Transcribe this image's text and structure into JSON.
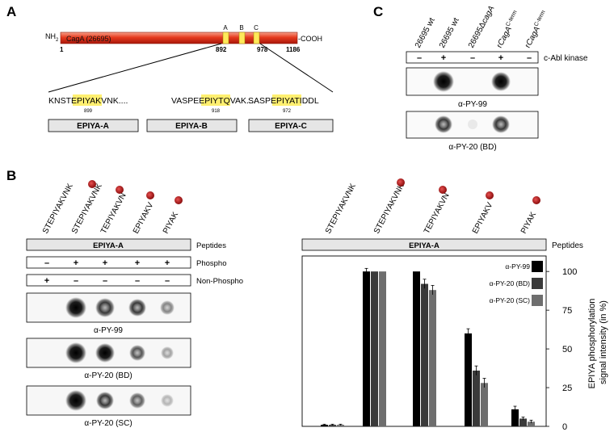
{
  "panels": {
    "a": "A",
    "b": "B",
    "c": "C"
  },
  "panel_a": {
    "nh2_prefix": "NH",
    "nh2_sub": "2",
    "protein_label": "CagA (26695)",
    "cooh": "-COOH",
    "motif_letters": [
      "A",
      "B",
      "C"
    ],
    "positions": {
      "start": "1",
      "p892": "892",
      "p978": "978",
      "end": "1186"
    },
    "sequences": [
      {
        "pre": "KNST",
        "motif": "EPIYA",
        "post": "KVNK....",
        "num": "899"
      },
      {
        "pre": "VASPE",
        "motif": "EPIYT",
        "post": "QVAK....",
        "num": "918"
      },
      {
        "pre": "SASP",
        "motif": "EPIYA",
        "post": "TIDDL",
        "num": "972"
      }
    ],
    "boxes": [
      "EPIYA-A",
      "EPIYA-B",
      "EPIYA-C"
    ]
  },
  "panel_b": {
    "peptides": [
      "STEPIYAKVNK",
      "STEPIYAKVNK",
      "TEPIYAKVN",
      "EPIYAKV",
      "PIYAK"
    ],
    "header_box": "EPIYA-A",
    "row_labels": {
      "peptides": "Peptides",
      "phospho": "Phospho",
      "nonphospho": "Non-Phospho"
    },
    "phospho_signs": [
      "–",
      "+",
      "+",
      "+",
      "+"
    ],
    "nonphospho_signs": [
      "+",
      "–",
      "–",
      "–",
      "–"
    ],
    "blot_labels": [
      "α-PY-99",
      "α-PY-20 (BD)",
      "α-PY-20 (SC)"
    ]
  },
  "panel_c": {
    "lanes": [
      {
        "main": "26695 wt",
        "sup": ""
      },
      {
        "main": "26695 wt",
        "sup": ""
      },
      {
        "main": "26695Δ",
        "italic": "cagA",
        "sup": ""
      },
      {
        "main": "r",
        "italic": "CagA",
        "sup": "C-term"
      },
      {
        "main": "r",
        "italic": "CagA",
        "sup": "C-term"
      }
    ],
    "kinase_signs": [
      "–",
      "+",
      "–",
      "+",
      "–"
    ],
    "kinase_label": "c-Abl kinase",
    "blot_labels": [
      "α-PY-99",
      "α-PY-20 (BD)"
    ]
  },
  "chart_data": {
    "type": "bar",
    "title": "EPIYA-A",
    "categories": [
      "STEPIYAKVNK",
      "STEPIYAKVNK",
      "TEPIYAKVN",
      "EPIYAKV",
      "PIYAK"
    ],
    "ylabel": "EPIYA phosphorylation signal intensity (in %)",
    "xlabel_right": "Peptides",
    "ylim": [
      0,
      110
    ],
    "yticks": [
      0,
      25,
      50,
      75,
      100
    ],
    "legend_placement": "top-right",
    "series": [
      {
        "name": "α-PY-99",
        "color": "#000000",
        "values": [
          1,
          100,
          100,
          60,
          11
        ],
        "errors": [
          0.4,
          2,
          0,
          3,
          2
        ]
      },
      {
        "name": "α-PY-20 (BD)",
        "color": "#3a3a3a",
        "values": [
          1,
          100,
          92,
          36,
          5
        ],
        "errors": [
          0.4,
          0,
          3,
          3,
          1
        ]
      },
      {
        "name": "α-PY-20 (SC)",
        "color": "#6e6e6e",
        "values": [
          1,
          100,
          88,
          28,
          3
        ],
        "errors": [
          0.4,
          0,
          3,
          3,
          1
        ]
      }
    ]
  }
}
